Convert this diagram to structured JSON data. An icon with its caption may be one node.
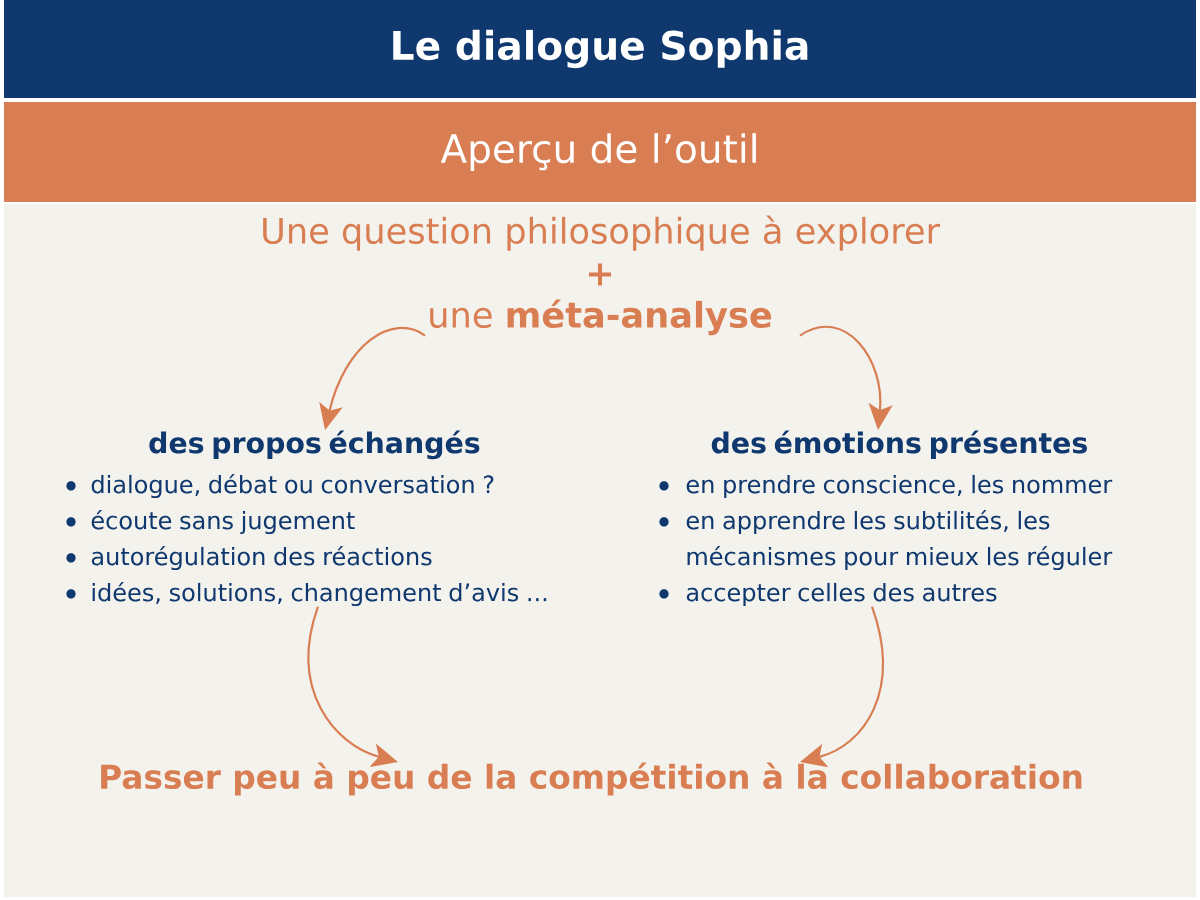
{
  "diagram": {
    "title": "Le dialogue Sophia",
    "nodes": [
      {
        "text": [
          "Aperçu de l’outil"
        ]
      },
      {
        "text": [
          "Une question philosophique à explorer",
          "+",
          "une **méta-analyse**"
        ]
      },
      {
        "text": [
          "des propos échangés",
          "dialogue, débat ou conversation ?",
          "écoute sans jugement",
          "autorégulation des réactions",
          "idées, solutions, changement d’avis ..."
        ]
      },
      {
        "text": [
          "des émotions présentes",
          "en prendre conscience, les nommer",
          "en apprendre les subtilités, les mécanismes pour mieux les réguler",
          "accepter celles des autres"
        ]
      },
      {
        "text": [
          "Passer peu à peu de la compétition à la collaboration"
        ]
      }
    ],
    "edges": [
      {
        "from": 1,
        "to": 2,
        "arrow": "to"
      },
      {
        "from": 1,
        "to": 3,
        "arrow": "to"
      },
      {
        "from": 2,
        "to": 4,
        "arrow": "to"
      },
      {
        "from": 3,
        "to": 4,
        "arrow": "to"
      }
    ]
  }
}
